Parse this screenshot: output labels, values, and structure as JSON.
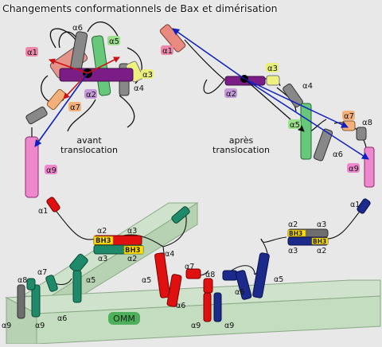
{
  "title": "Changements conformationnels de Bax et dimérisation",
  "captions": {
    "before_line1": "avant",
    "before_line2": "translocation",
    "after_line1": "après",
    "after_line2": "translocation"
  },
  "membrane_label": "OMM",
  "helices": {
    "a1": "α1",
    "a2": "α2",
    "a3": "α3",
    "a4": "α4",
    "a5": "α5",
    "a6": "α6",
    "a7": "α7",
    "a8": "α8",
    "a9": "α9"
  },
  "bh3": "BH3",
  "colors": {
    "background": "#e8e8e8",
    "membrane": "#cfe3cc",
    "membrane_edge": "#8aa886",
    "teal": "#1f8a6a",
    "red": "#e01010",
    "navy": "#1c2a8c",
    "gray": "#6e6e6e",
    "bh3_fill": "#ffe000",
    "helix_label_pink": "#ee88aa",
    "helix_label_green": "#9be08a",
    "helix_label_yellow": "#e8f07a",
    "helix_label_purple": "#c69ad8",
    "helix_label_orange": "#f3b07a",
    "arrow_red": "#d01010",
    "arrow_blue": "#1020c0"
  }
}
